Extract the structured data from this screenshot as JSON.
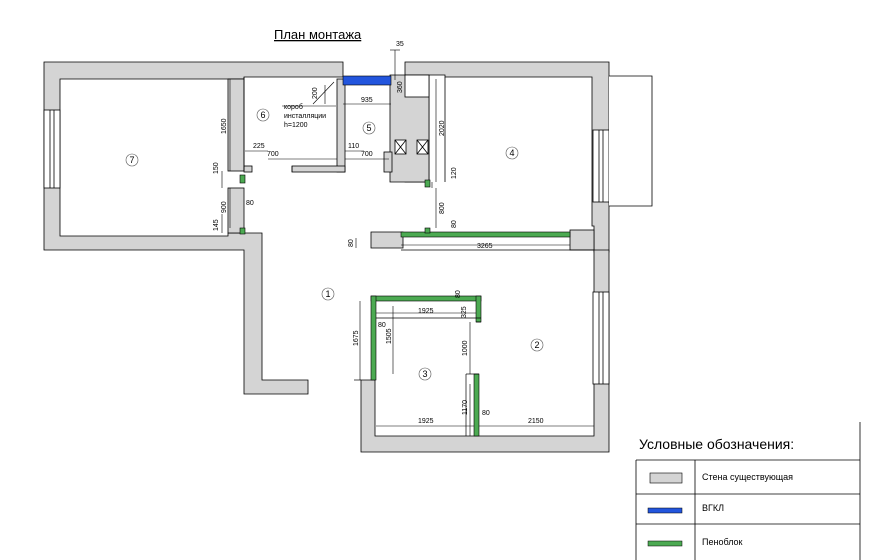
{
  "title": "План монтажа",
  "note": {
    "line1": "короб",
    "line2": "инсталляции",
    "line3": "h=1200"
  },
  "rooms": [
    "1",
    "2",
    "3",
    "4",
    "5",
    "6",
    "7"
  ],
  "dimensions": {
    "d35": "35",
    "d360": "360",
    "d200": "200",
    "d935": "935",
    "d1650": "1650",
    "d2020": "2020",
    "d225": "225",
    "d700a": "700",
    "d110": "110",
    "d700b": "700",
    "d150": "150",
    "d120": "120",
    "d80a": "80",
    "d900": "900",
    "d800": "800",
    "d80b": "80",
    "d145": "145",
    "d80c": "80",
    "d3265": "3265",
    "d80d": "80",
    "d1925a": "1925",
    "d325": "325",
    "d80e": "80",
    "d1675": "1675",
    "d1505": "1505",
    "d1000": "1000",
    "d1170": "1170",
    "d80f": "80",
    "d1925b": "1925",
    "d2150": "2150"
  },
  "legend": {
    "title": "Условные обозначения:",
    "items": [
      {
        "label": "Стена существующая",
        "color": "#d4d4d4"
      },
      {
        "label": "ВГКЛ",
        "color": "#2255dd"
      },
      {
        "label": "Пеноблок",
        "color": "#4caa52"
      }
    ]
  },
  "colors": {
    "wall": "#d4d4d4",
    "gkl": "#2255dd",
    "foam": "#4caa52",
    "line": "#000000"
  }
}
